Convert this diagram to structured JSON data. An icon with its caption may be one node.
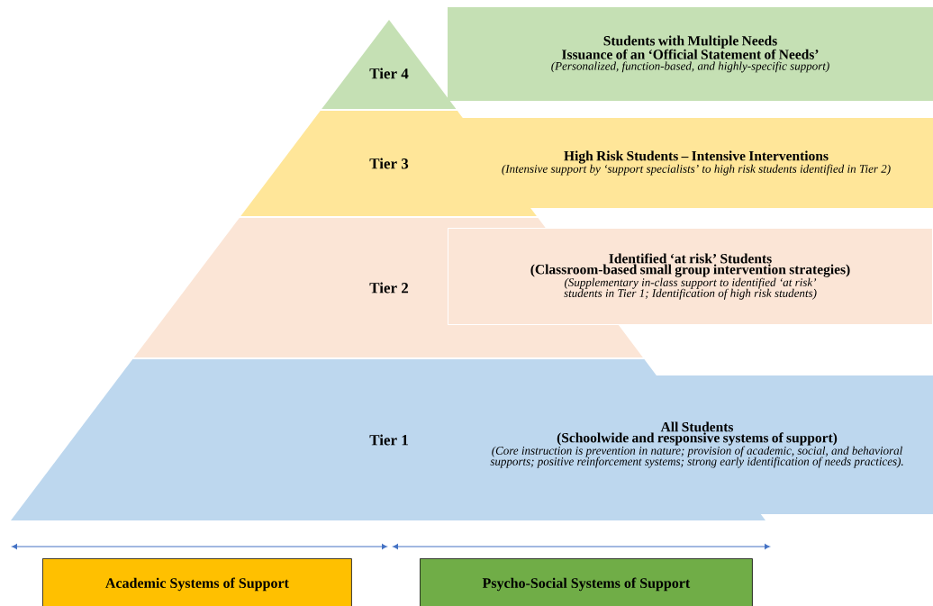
{
  "diagram": {
    "nodes": [
      {
        "text": [
          "Tier 4"
        ]
      },
      {
        "text": [
          "Students with Multiple Needs",
          "Issuance of an ‘Official Statement of Needs’",
          "(Personalized, function-based, and highly-specific support)"
        ]
      },
      {
        "text": [
          "Tier 3"
        ]
      },
      {
        "text": [
          "High Risk Students – Intensive Interventions",
          "(Intensive support by ‘support specialists’ to high risk students identified in Tier 2)"
        ]
      },
      {
        "text": [
          "Tier 2"
        ]
      },
      {
        "text": [
          "Identified ‘at risk’ Students",
          "(Classroom-based small group intervention strategies)",
          "(Supplementary in-class support to identified ‘at risk’ students in Tier 1; Identification of high risk students)"
        ]
      },
      {
        "text": [
          "Tier 1"
        ]
      },
      {
        "text": [
          "All Students",
          "(Schoolwide and responsive systems of support)",
          "(Core instruction is prevention in nature; provision of academic, social, and behavioral supports; positive reinforcement systems; strong early identification of needs practices)."
        ]
      },
      {
        "text": [
          "Academic Systems of Support"
        ]
      },
      {
        "text": [
          "Psycho-Social Systems of Support"
        ]
      }
    ]
  }
}
